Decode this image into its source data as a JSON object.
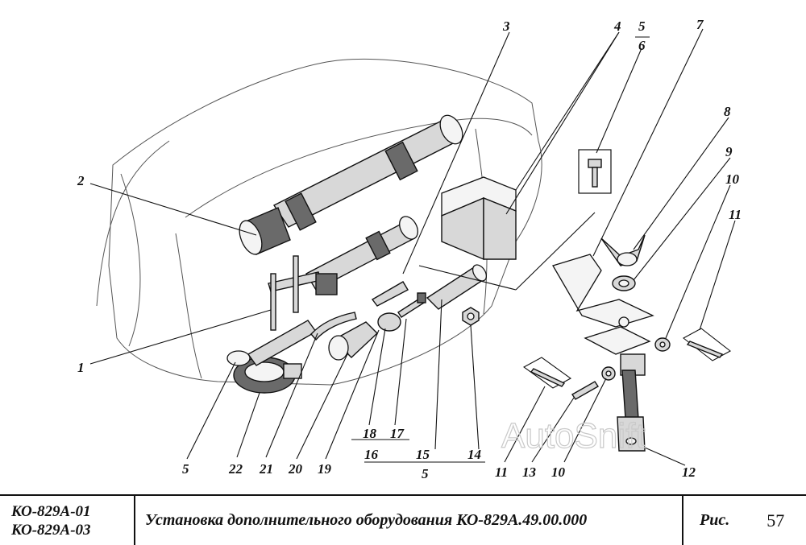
{
  "title_block": {
    "model_1": "КО-829А-01",
    "model_2": "КО-829А-03",
    "title": "Установка дополнительного оборудования КО-829А.49.00.000",
    "figure_label": "Рис.",
    "figure_number": "57"
  },
  "watermark": "AutoSnift",
  "callouts": {
    "c1": "1",
    "c2": "2",
    "c3": "3",
    "c4": "4",
    "c5_top": "5",
    "c6_top": "6",
    "c7": "7",
    "c8": "8",
    "c9": "9",
    "c10_top": "10",
    "c11_top": "11",
    "c12": "12",
    "c13": "13",
    "c10_bottom": "10",
    "c11_bottom": "11",
    "c14": "14",
    "c15": "15",
    "c16": "16",
    "c17": "17",
    "c18": "18",
    "c5_group": "5",
    "c19": "19",
    "c20": "20",
    "c21": "21",
    "c22": "22",
    "c5_left": "5"
  }
}
